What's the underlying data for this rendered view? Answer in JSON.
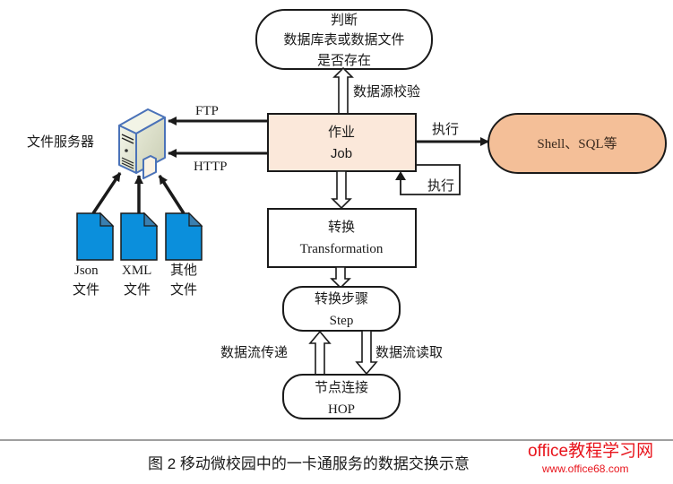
{
  "nodes": {
    "judge": {
      "lines": [
        "判断",
        "数据库表或数据文件",
        "是否存在"
      ]
    },
    "job": {
      "lines": [
        "作业",
        "Job"
      ],
      "fill": "#fbe8da"
    },
    "shell": {
      "label": "Shell、SQL等",
      "fill": "#f4bf98"
    },
    "transformation": {
      "lines": [
        "转换",
        "Transformation"
      ]
    },
    "step": {
      "lines": [
        "转换步骤",
        "Step"
      ]
    },
    "hop": {
      "lines": [
        "节点连接",
        "HOP"
      ]
    },
    "file_server": {
      "label": "文件服务器",
      "icon": "server-icon"
    },
    "files": [
      {
        "name": "Json",
        "label_line1": "Json",
        "label_line2": "文件",
        "icon": "document-icon"
      },
      {
        "name": "XML",
        "label_line1": "XML",
        "label_line2": "文件",
        "icon": "document-icon"
      },
      {
        "name": "other",
        "label_line1": "其他",
        "label_line2": "文件",
        "icon": "document-icon"
      }
    ]
  },
  "edges": {
    "validate": "数据源校验",
    "ftp": "FTP",
    "http": "HTTP",
    "execute": "执行",
    "execute_self": "执行",
    "pass_flow": "数据流传递",
    "read_flow": "数据流读取"
  },
  "colors": {
    "file_blue": "#0b8fdc",
    "file_fold": "#3a7fb0",
    "server_outline": "#4a72b8",
    "watermark_red": "#e8141c"
  },
  "caption": "图 2  移动微校园中的一卡通服务的数据交换示意",
  "watermark": {
    "title": "office教程学习网",
    "url": "www.office68.com"
  }
}
